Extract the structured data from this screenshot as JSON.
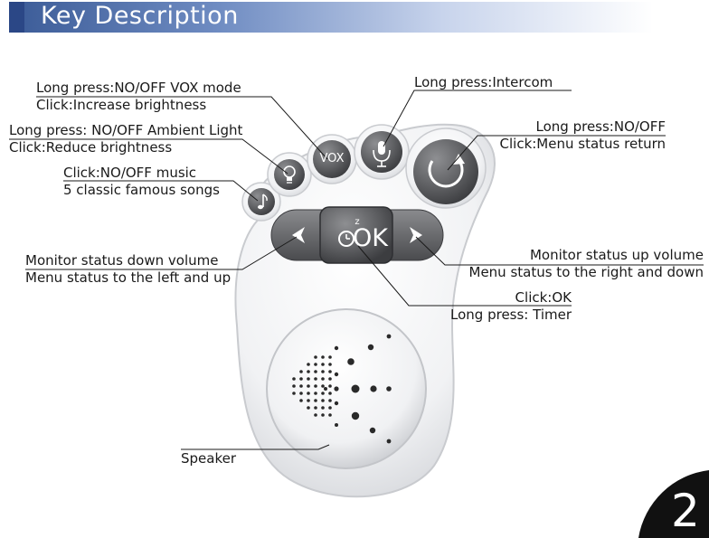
{
  "header": {
    "title": "Key Description"
  },
  "labels": {
    "vox": [
      "Long press:NO/OFF VOX mode",
      "Click:Increase brightness"
    ],
    "ambient": [
      "Long press: NO/OFF  Ambient Light",
      "Click:Reduce brightness"
    ],
    "music": [
      "Click:NO/OFF music",
      "5 classic famous songs"
    ],
    "intercom": [
      "Long press:Intercom"
    ],
    "power": [
      "Long  press:NO/OFF",
      "Click:Menu status return"
    ],
    "left": [
      "Monitor status down volume",
      "Menu status to the left and up"
    ],
    "right": [
      "Monitor status up volume",
      "Menu status to the right and down"
    ],
    "ok": [
      "Click:OK",
      "Long press: Timer"
    ],
    "speaker": [
      "Speaker"
    ]
  },
  "buttons": {
    "vox": "VOX",
    "ok": "OK",
    "ok_sleep": "z"
  },
  "page_number": "2",
  "icons": [
    "music-note-icon",
    "lightbulb-icon",
    "microphone-icon",
    "power-icon",
    "arrow-left-icon",
    "arrow-right-icon",
    "ok-timer-icon"
  ]
}
